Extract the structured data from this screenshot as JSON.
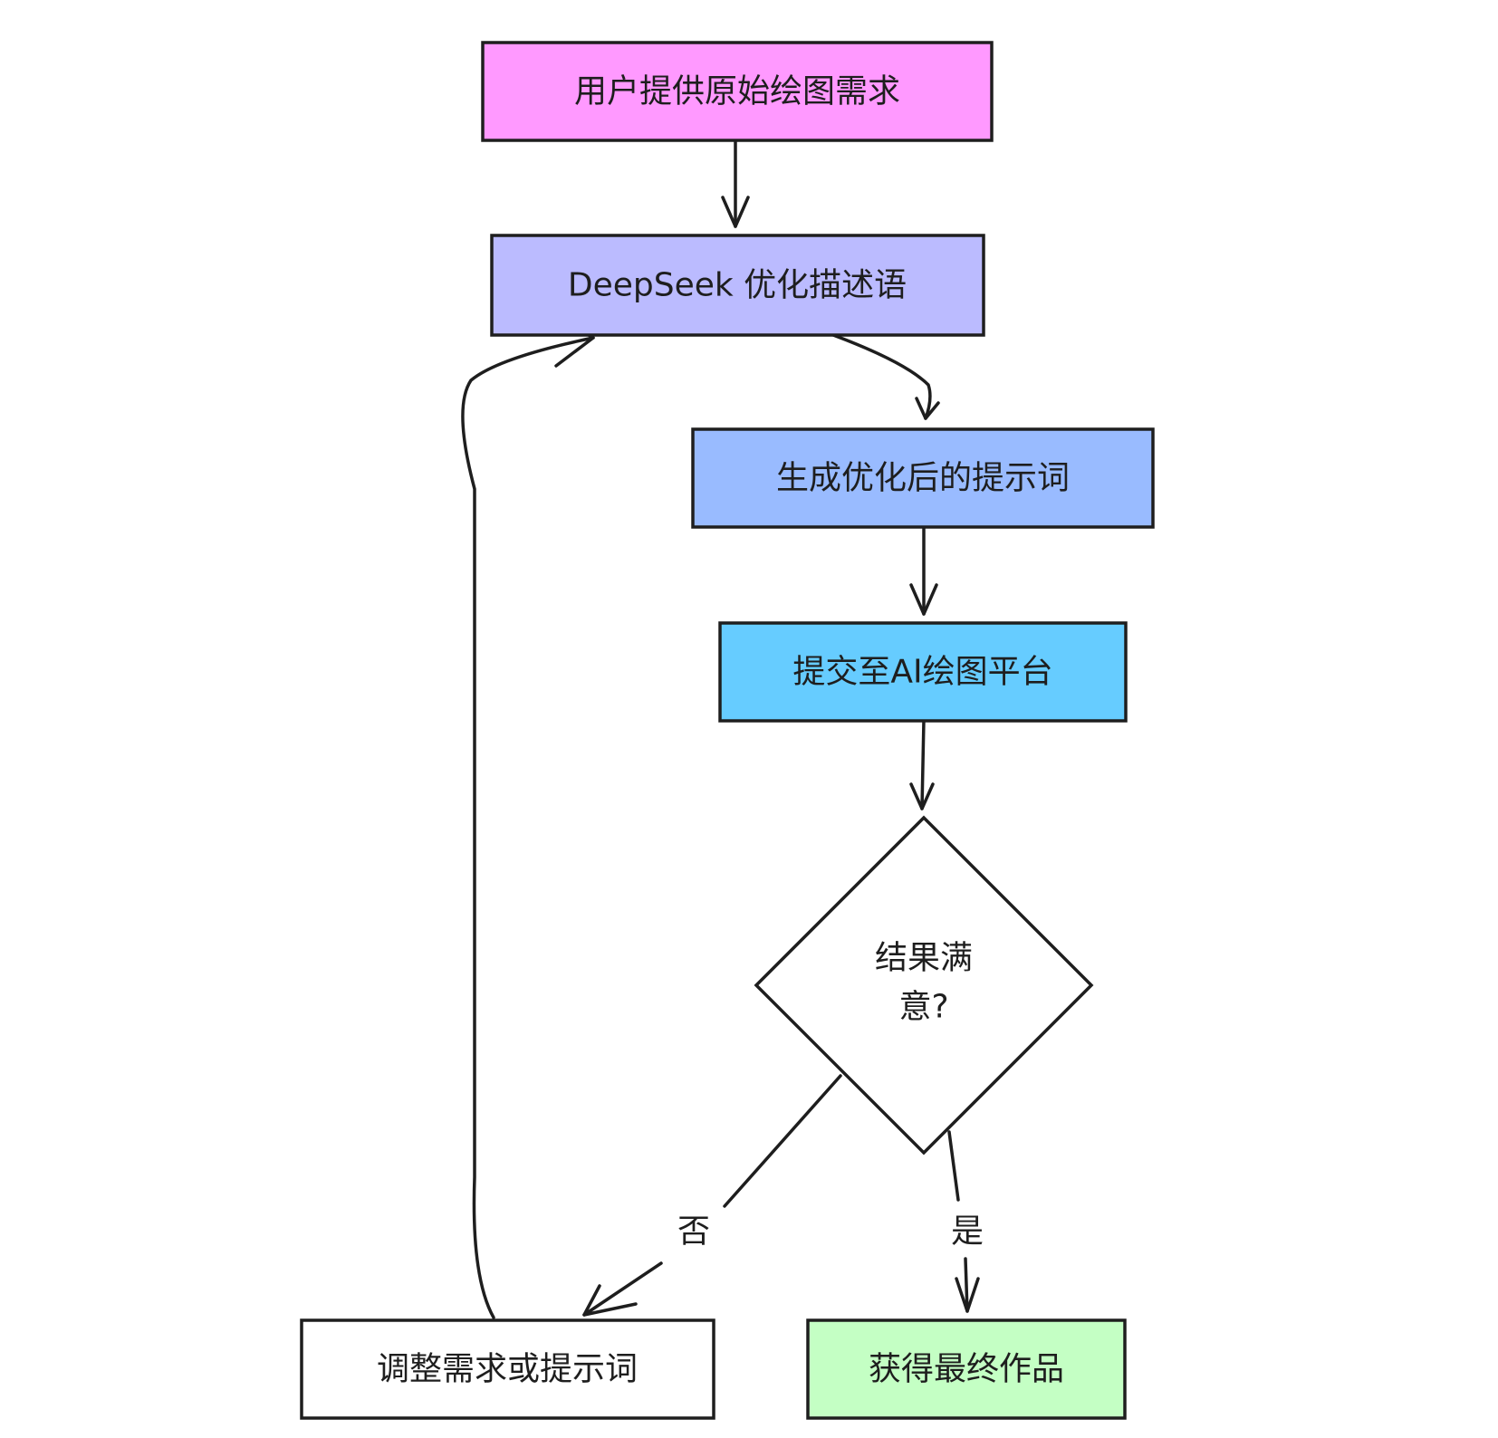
{
  "diagram": {
    "nodes": {
      "user_request": {
        "label": "用户提供原始绘图需求",
        "color": "#ff99ff"
      },
      "deepseek_optimize": {
        "label": "DeepSeek 优化描述语",
        "color": "#bbbbff"
      },
      "generate_prompt": {
        "label": "生成优化后的提示词",
        "color": "#99bbff"
      },
      "submit_platform": {
        "label": "提交至AI绘图平台",
        "color": "#66ccff"
      },
      "decision": {
        "label_line1": "结果满",
        "label_line2": "意?",
        "color": "#ffffff"
      },
      "adjust": {
        "label": "调整需求或提示词",
        "color": "#ffffff"
      },
      "final": {
        "label": "获得最终作品",
        "color": "#c4ffc4"
      }
    },
    "edges": {
      "no_label": "否",
      "yes_label": "是"
    }
  }
}
